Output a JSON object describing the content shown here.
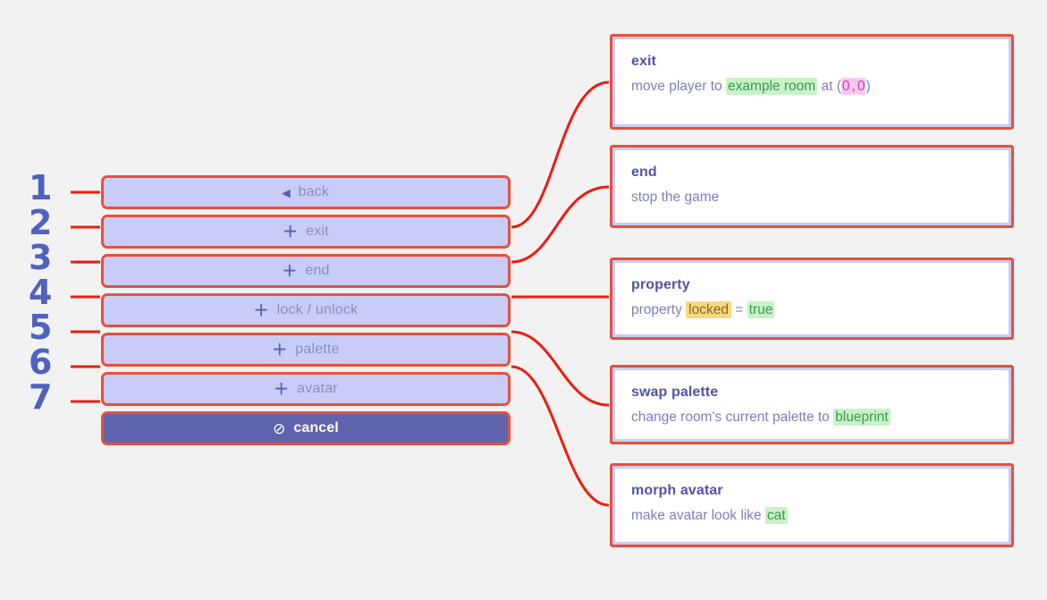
{
  "canvas": {
    "background": "#f2f2f2",
    "annotation_color": "#e8503a",
    "number_color": "#4f62c0"
  },
  "menu": {
    "items": [
      {
        "number": "1",
        "icon": "caret-left-icon",
        "glyph": "◂",
        "label": "back",
        "style": "normal"
      },
      {
        "number": "2",
        "icon": "plus-icon",
        "glyph": "＋",
        "label": "exit",
        "style": "normal"
      },
      {
        "number": "3",
        "icon": "plus-icon",
        "glyph": "＋",
        "label": "end",
        "style": "normal"
      },
      {
        "number": "4",
        "icon": "plus-icon",
        "glyph": "＋",
        "label": "lock / unlock",
        "style": "normal"
      },
      {
        "number": "5",
        "icon": "plus-icon",
        "glyph": "＋",
        "label": "palette",
        "style": "normal"
      },
      {
        "number": "6",
        "icon": "plus-icon",
        "glyph": "＋",
        "label": "avatar",
        "style": "normal"
      },
      {
        "number": "7",
        "icon": "cancel-slash-icon",
        "glyph": "⊘",
        "label": "cancel",
        "style": "cancel"
      }
    ]
  },
  "cards": [
    {
      "title": "exit",
      "parts": [
        {
          "text": "move player to ",
          "highlight": "none"
        },
        {
          "text": "example room",
          "highlight": "green"
        },
        {
          "text": " at ",
          "highlight": "none"
        },
        {
          "text": "(",
          "highlight": "paren"
        },
        {
          "text": "0",
          "highlight": "pink"
        },
        {
          "text": ",",
          "highlight": "pink"
        },
        {
          "text": "0",
          "highlight": "pink"
        },
        {
          "text": ")",
          "highlight": "paren"
        }
      ]
    },
    {
      "title": "end",
      "parts": [
        {
          "text": "stop the game",
          "highlight": "none"
        }
      ]
    },
    {
      "title": "property",
      "parts": [
        {
          "text": "property ",
          "highlight": "none"
        },
        {
          "text": "locked",
          "highlight": "orange"
        },
        {
          "text": " = ",
          "highlight": "none"
        },
        {
          "text": "true",
          "highlight": "green"
        }
      ]
    },
    {
      "title": "swap palette",
      "parts": [
        {
          "text": "change room's current palette to ",
          "highlight": "none"
        },
        {
          "text": "blueprint",
          "highlight": "green"
        }
      ]
    },
    {
      "title": "morph avatar",
      "parts": [
        {
          "text": "make avatar look like ",
          "highlight": "none"
        },
        {
          "text": "cat",
          "highlight": "green"
        }
      ]
    }
  ]
}
